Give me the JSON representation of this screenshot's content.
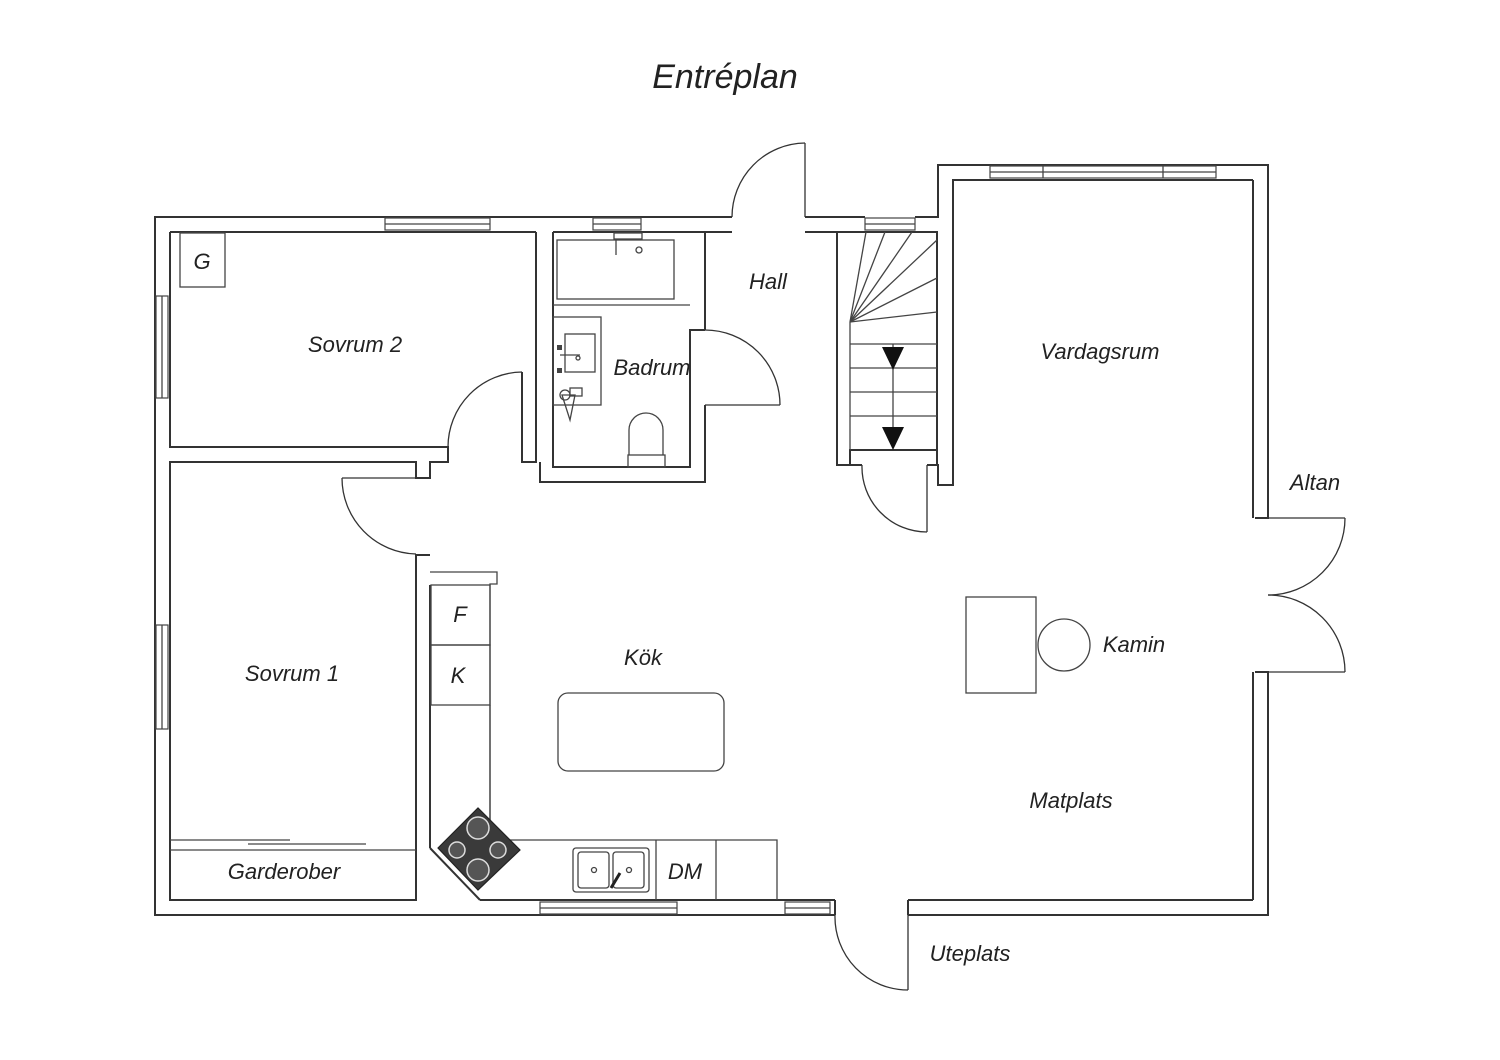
{
  "title": "Entréplan",
  "rooms": {
    "sovrum2": "Sovrum 2",
    "sovrum1": "Sovrum 1",
    "garderober": "Garderober",
    "badrum": "Badrum",
    "hall": "Hall",
    "vardagsrum": "Vardagsrum",
    "kok": "Kök",
    "matplats": "Matplats",
    "kamin": "Kamin",
    "altan": "Altan",
    "uteplats": "Uteplats"
  },
  "fixtures": {
    "g": "G",
    "f": "F",
    "k": "K",
    "dm": "DM"
  },
  "colors": {
    "wall": "#333333",
    "stove": "#3a3a3a",
    "background": "#ffffff"
  }
}
